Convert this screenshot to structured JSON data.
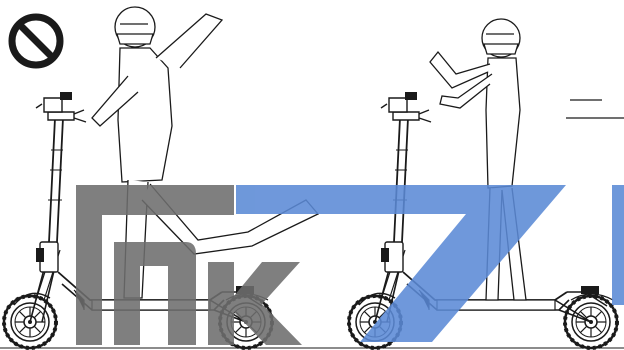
{
  "illustration": {
    "panels": [
      {
        "id": "left",
        "verdict": "prohibited",
        "pose": "kicking off from the ground while riding"
      },
      {
        "id": "right",
        "verdict": "allowed",
        "pose": "standing on the deck with both feet"
      }
    ]
  },
  "signs": {
    "prohibition_icon": "prohibition-sign-icon"
  },
  "watermark": {
    "kind": "logo",
    "colors": {
      "gray": "#6e6e6e",
      "blue": "#5b8ad6"
    }
  },
  "colors": {
    "line": "#1a1a1a",
    "background": "#ffffff"
  }
}
